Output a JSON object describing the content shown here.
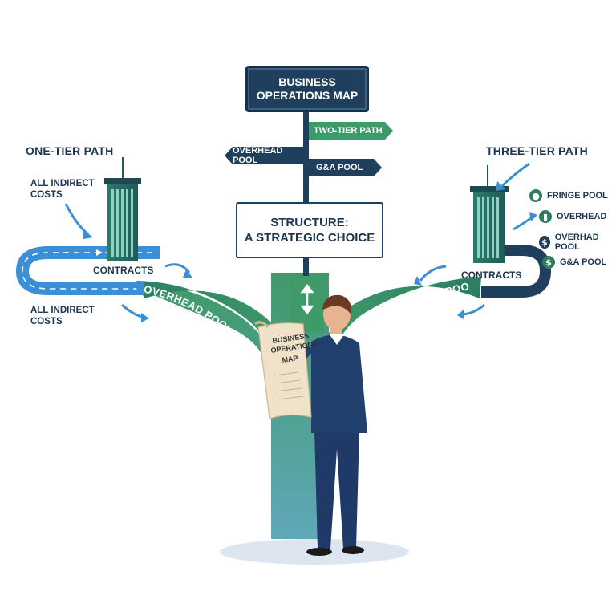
{
  "signpost": {
    "title_line1": "BUSINESS",
    "title_line2": "OPERATIONS MAP",
    "two_tier": "TWO-TIER PATH",
    "overhead_pool": "OVERHEAD POOL",
    "ga_pool": "G&A POOL",
    "board_line1": "STRUCTURE:",
    "board_line2": "A STRATEGIC CHOICE"
  },
  "left": {
    "title": "ONE-TIER PATH",
    "indirect_top_line1": "ALL INDIRECT",
    "indirect_top_line2": "COSTS",
    "contracts": "CONTRACTS",
    "indirect_bottom_line1": "ALL INDIRECT",
    "indirect_bottom_line2": "COSTS",
    "road_label": "OVERHEAD POOL"
  },
  "right": {
    "title": "THREE-TIER PATH",
    "contracts": "CONTRACTS",
    "road_label": "OVERHEAD POOL",
    "legend": [
      {
        "icon": "person-icon",
        "glyph": "●",
        "label": "FRINGE POOL"
      },
      {
        "icon": "building-icon",
        "glyph": "▮",
        "label": "OVERHEAD"
      },
      {
        "icon": "dollar-icon",
        "glyph": "$",
        "label": "OVERHAD POOL"
      },
      {
        "icon": "dollar-icon",
        "glyph": "$",
        "label": "G&A POOL"
      }
    ]
  },
  "scroll": {
    "line1": "BUSINESS",
    "line2": "OPERATIONS",
    "line3": "MAP"
  },
  "colors": {
    "navy": "#1f3f5c",
    "green": "#3f9a6a",
    "teal": "#2f7d6d",
    "blue": "#3a8fd6"
  }
}
